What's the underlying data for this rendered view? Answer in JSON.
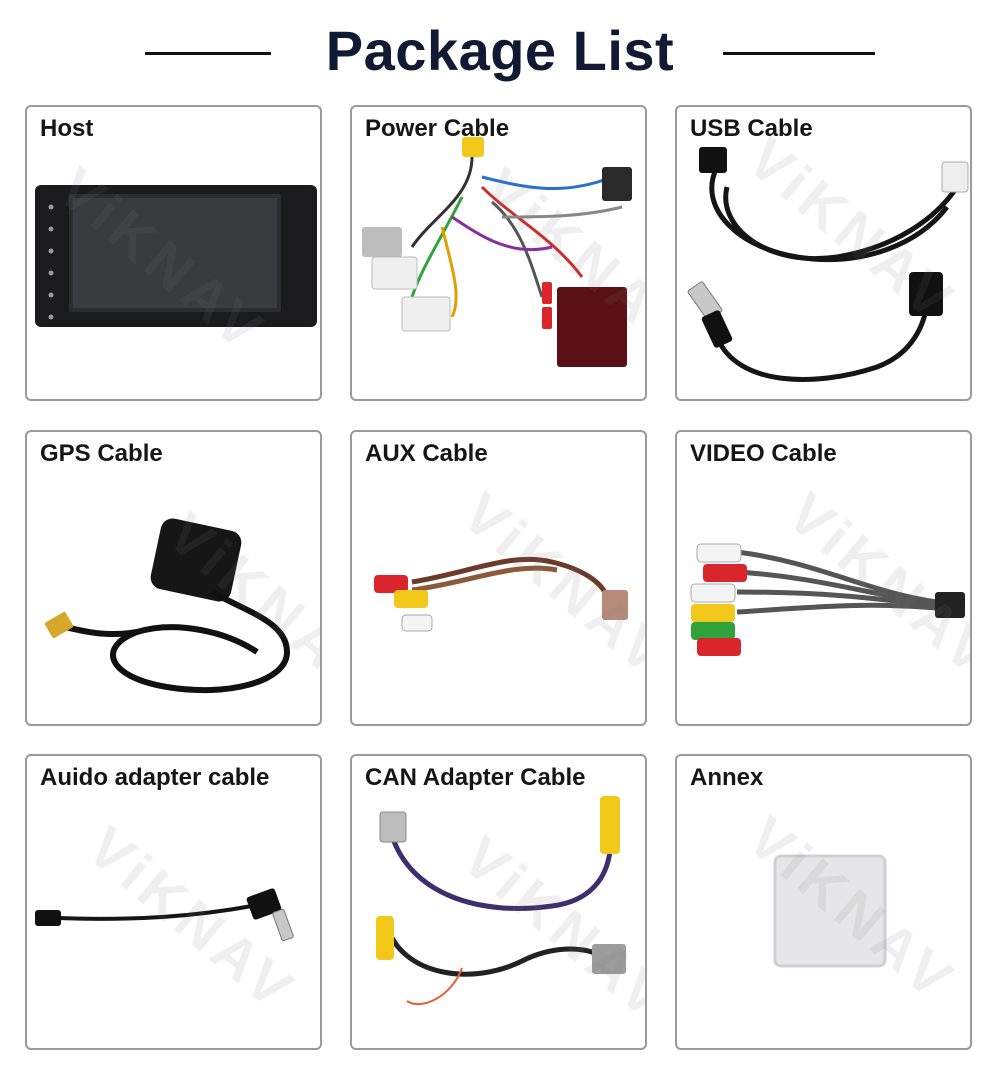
{
  "page": {
    "title": "Package List",
    "watermark": "ViKNAV"
  },
  "items": [
    {
      "label": "Host",
      "icon": "car-stereo-head-unit-icon"
    },
    {
      "label": "Power Cable",
      "icon": "power-harness-icon"
    },
    {
      "label": "USB Cable",
      "icon": "usb-cable-icon"
    },
    {
      "label": "GPS Cable",
      "icon": "gps-antenna-icon"
    },
    {
      "label": "AUX Cable",
      "icon": "aux-rca-cable-icon"
    },
    {
      "label": "VIDEO Cable",
      "icon": "video-rca-cable-icon"
    },
    {
      "label": "Auido adapter cable",
      "icon": "audio-jack-cable-icon"
    },
    {
      "label": "CAN Adapter Cable",
      "icon": "can-adapter-cable-icon"
    },
    {
      "label": "Annex",
      "icon": "adhesive-pad-icon"
    }
  ],
  "colors": {
    "title": "#111a33",
    "border": "#9a9a9a",
    "rca_red": "#d9252b",
    "rca_yellow": "#f2c81a",
    "rca_white": "#f4f4f4",
    "rca_green": "#2fa33a"
  }
}
